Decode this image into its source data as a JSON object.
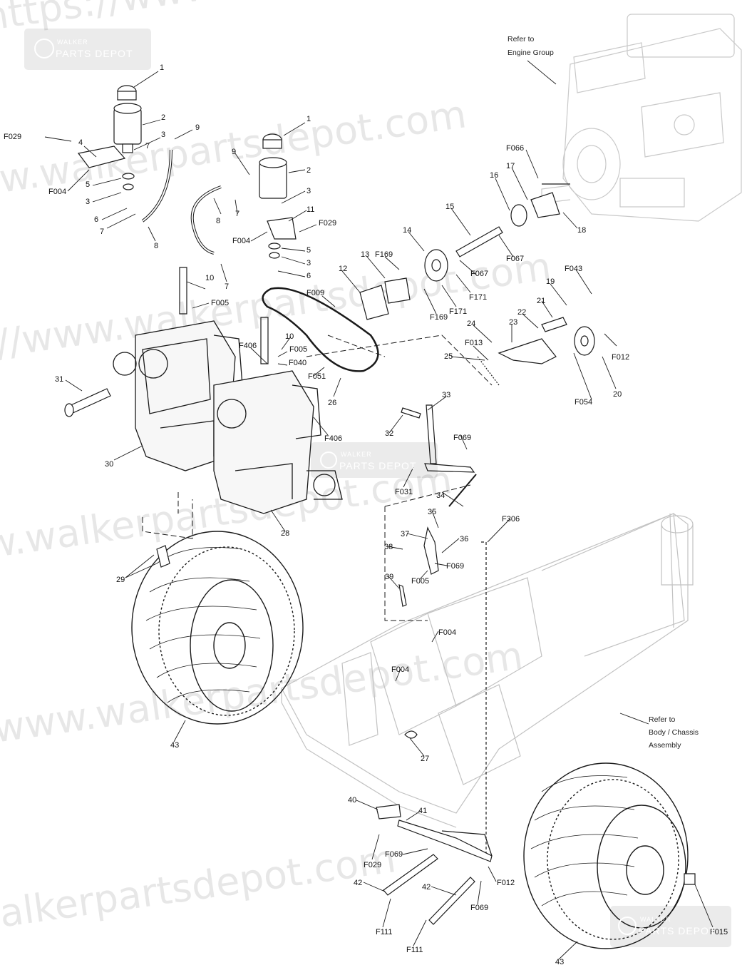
{
  "watermark": {
    "brand_top": "WALKER",
    "brand_bottom": "PARTS DEPOT",
    "url_fragment_1": "https://www.walkerpartsdepot.com",
    "url_fragment_2": "https://www.walkerpartsdepot.com",
    "url_fragment_3": "https://www.walkerpartsdepot.com",
    "url_fragment_4": "https://www.walkerpartsdepot.com",
    "url_fragment_5": "https://www.walkerpartsdepot.com",
    "url_fragment_6": "https://www.walkerpartsdepot.com"
  },
  "notes": {
    "engine_line1": "Refer to",
    "engine_line2": "Engine Group",
    "body_line1": "Refer to",
    "body_line2": "Body / Chassis",
    "body_line3": "Assembly"
  },
  "callouts": [
    "1",
    "2",
    "3",
    "F029",
    "4",
    "9",
    "7",
    "F004",
    "5",
    "3",
    "6",
    "7",
    "8",
    "9",
    "1",
    "2",
    "3",
    "8",
    "7",
    "11",
    "F029",
    "F004",
    "5",
    "3",
    "6",
    "7",
    "10",
    "F005",
    "F066",
    "16",
    "17",
    "15",
    "18",
    "F067",
    "F067",
    "14",
    "13",
    "F169",
    "12",
    "F009",
    "F171",
    "F169",
    "F171",
    "19",
    "F043",
    "21",
    "22",
    "24",
    "23",
    "F013",
    "25",
    "F012",
    "F054",
    "20",
    "F406",
    "10",
    "F005",
    "F040",
    "F051",
    "26",
    "31",
    "F406",
    "30",
    "33",
    "32",
    "F069",
    "F031",
    "34",
    "35",
    "37",
    "36",
    "38",
    "F069",
    "39",
    "F005",
    "F306",
    "28",
    "29",
    "F004",
    "F004",
    "27",
    "43",
    "40",
    "41",
    "F029",
    "F069",
    "F012",
    "42",
    "42",
    "F069",
    "F111",
    "F111",
    "43",
    "F015"
  ]
}
